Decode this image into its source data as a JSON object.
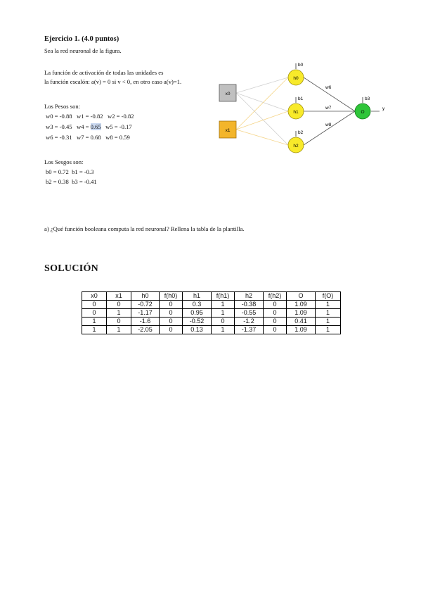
{
  "exercise": {
    "title": "Ejercicio 1. (4.0 puntos)",
    "intro": "Sea la red neuronal de la figura.",
    "activation_1": "La función de activación de todas las unidades es",
    "activation_2": "la función escalón: a(v) = 0 si v < 0, en otro caso a(v)=1.",
    "weights_title": "Los Pesos son:",
    "weights_row1_a": "w0 = -0.88   w1 = -0.82   w2 = -0.82",
    "weights_row2_a": "w3 = -0.45   w4 = ",
    "weights_row2_hl": "0.65",
    "weights_row2_b": "   w5 = -0.17",
    "weights_row3": "w6 = -0.31   w7 = 0.68   w8 = 0.59",
    "bias_title": "Los Sesgos son:",
    "bias_row1": "b0 = 0.72  b1 = -0.3",
    "bias_row2": "b2 = 0.38  b3 = -0.41",
    "question": "a) ¿Qué función booleana computa la red neuronal? Rellena la tabla de la plantilla."
  },
  "network": {
    "inputs": [
      "x0",
      "x1"
    ],
    "hidden": [
      "h0",
      "h1",
      "h2"
    ],
    "output": "O",
    "output_label": "y",
    "bias_labels": [
      "b0",
      "b1",
      "b2",
      "b3"
    ],
    "output_weights": [
      "w6",
      "w7",
      "w8"
    ],
    "colors": {
      "input_x0": "#c0c0c0",
      "input_x1": "#f3b52a",
      "hidden": "#f8ea2a",
      "output": "#2fc53a"
    }
  },
  "solution": {
    "title": "SOLUCIÓN",
    "headers": [
      "x0",
      "x1",
      "h0",
      "f(h0)",
      "h1",
      "f(h1)",
      "h2",
      "f(h2)",
      "O",
      "f(O)"
    ],
    "rows": [
      [
        "0",
        "0",
        "-0.72",
        "0",
        "0.3",
        "1",
        "-0.38",
        "0",
        "1.09",
        "1"
      ],
      [
        "0",
        "1",
        "-1.17",
        "0",
        "0.95",
        "1",
        "-0.55",
        "0",
        "1.09",
        "1"
      ],
      [
        "1",
        "0",
        "-1.6",
        "0",
        "-0.52",
        "0",
        "-1.2",
        "0",
        "0.41",
        "1"
      ],
      [
        "1",
        "1",
        "-2.05",
        "0",
        "0.13",
        "1",
        "-1.37",
        "0",
        "1.09",
        "1"
      ]
    ]
  }
}
